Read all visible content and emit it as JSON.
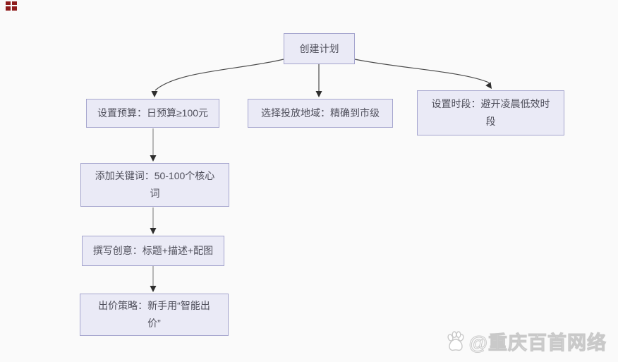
{
  "page": {
    "background_color": "#fafafa",
    "type": "flowchart-image"
  },
  "corner_icon": {
    "name": "red-glyph-icon",
    "color": "#8e1c1c"
  },
  "flowchart": {
    "nodes": [
      {
        "id": "create-plan",
        "label": "创建计划"
      },
      {
        "id": "budget",
        "label": "设置预算：日预算≥100元"
      },
      {
        "id": "region",
        "label": "选择投放地域：精确到市级"
      },
      {
        "id": "schedule",
        "label": "设置时段：避开凌晨低效时段"
      },
      {
        "id": "keywords",
        "label": "添加关键词：50-100个核心词"
      },
      {
        "id": "creative",
        "label": "撰写创意：标题+描述+配图"
      },
      {
        "id": "bidding",
        "label": "出价策略：新手用“智能出价”"
      }
    ],
    "edges": [
      {
        "from": "create-plan",
        "to": "budget"
      },
      {
        "from": "create-plan",
        "to": "region"
      },
      {
        "from": "create-plan",
        "to": "schedule"
      },
      {
        "from": "budget",
        "to": "keywords"
      },
      {
        "from": "keywords",
        "to": "creative"
      },
      {
        "from": "creative",
        "to": "bidding"
      }
    ]
  },
  "watermark": {
    "icon": "baidu-paw-icon",
    "text": "@重庆百首网络"
  },
  "colors": {
    "node_fill": "#eaeaf6",
    "node_border": "#a5a5ce",
    "node_text": "#50505c",
    "edge_dark": "#4a4a4a",
    "edge_light": "#8a8a8a",
    "arrowhead": "#2e2e2e",
    "wm_outline": "#c9c9c9",
    "wm_fill": "#ffffff",
    "corner_red": "#8e1c1c",
    "page_bg": "#fafafa"
  }
}
